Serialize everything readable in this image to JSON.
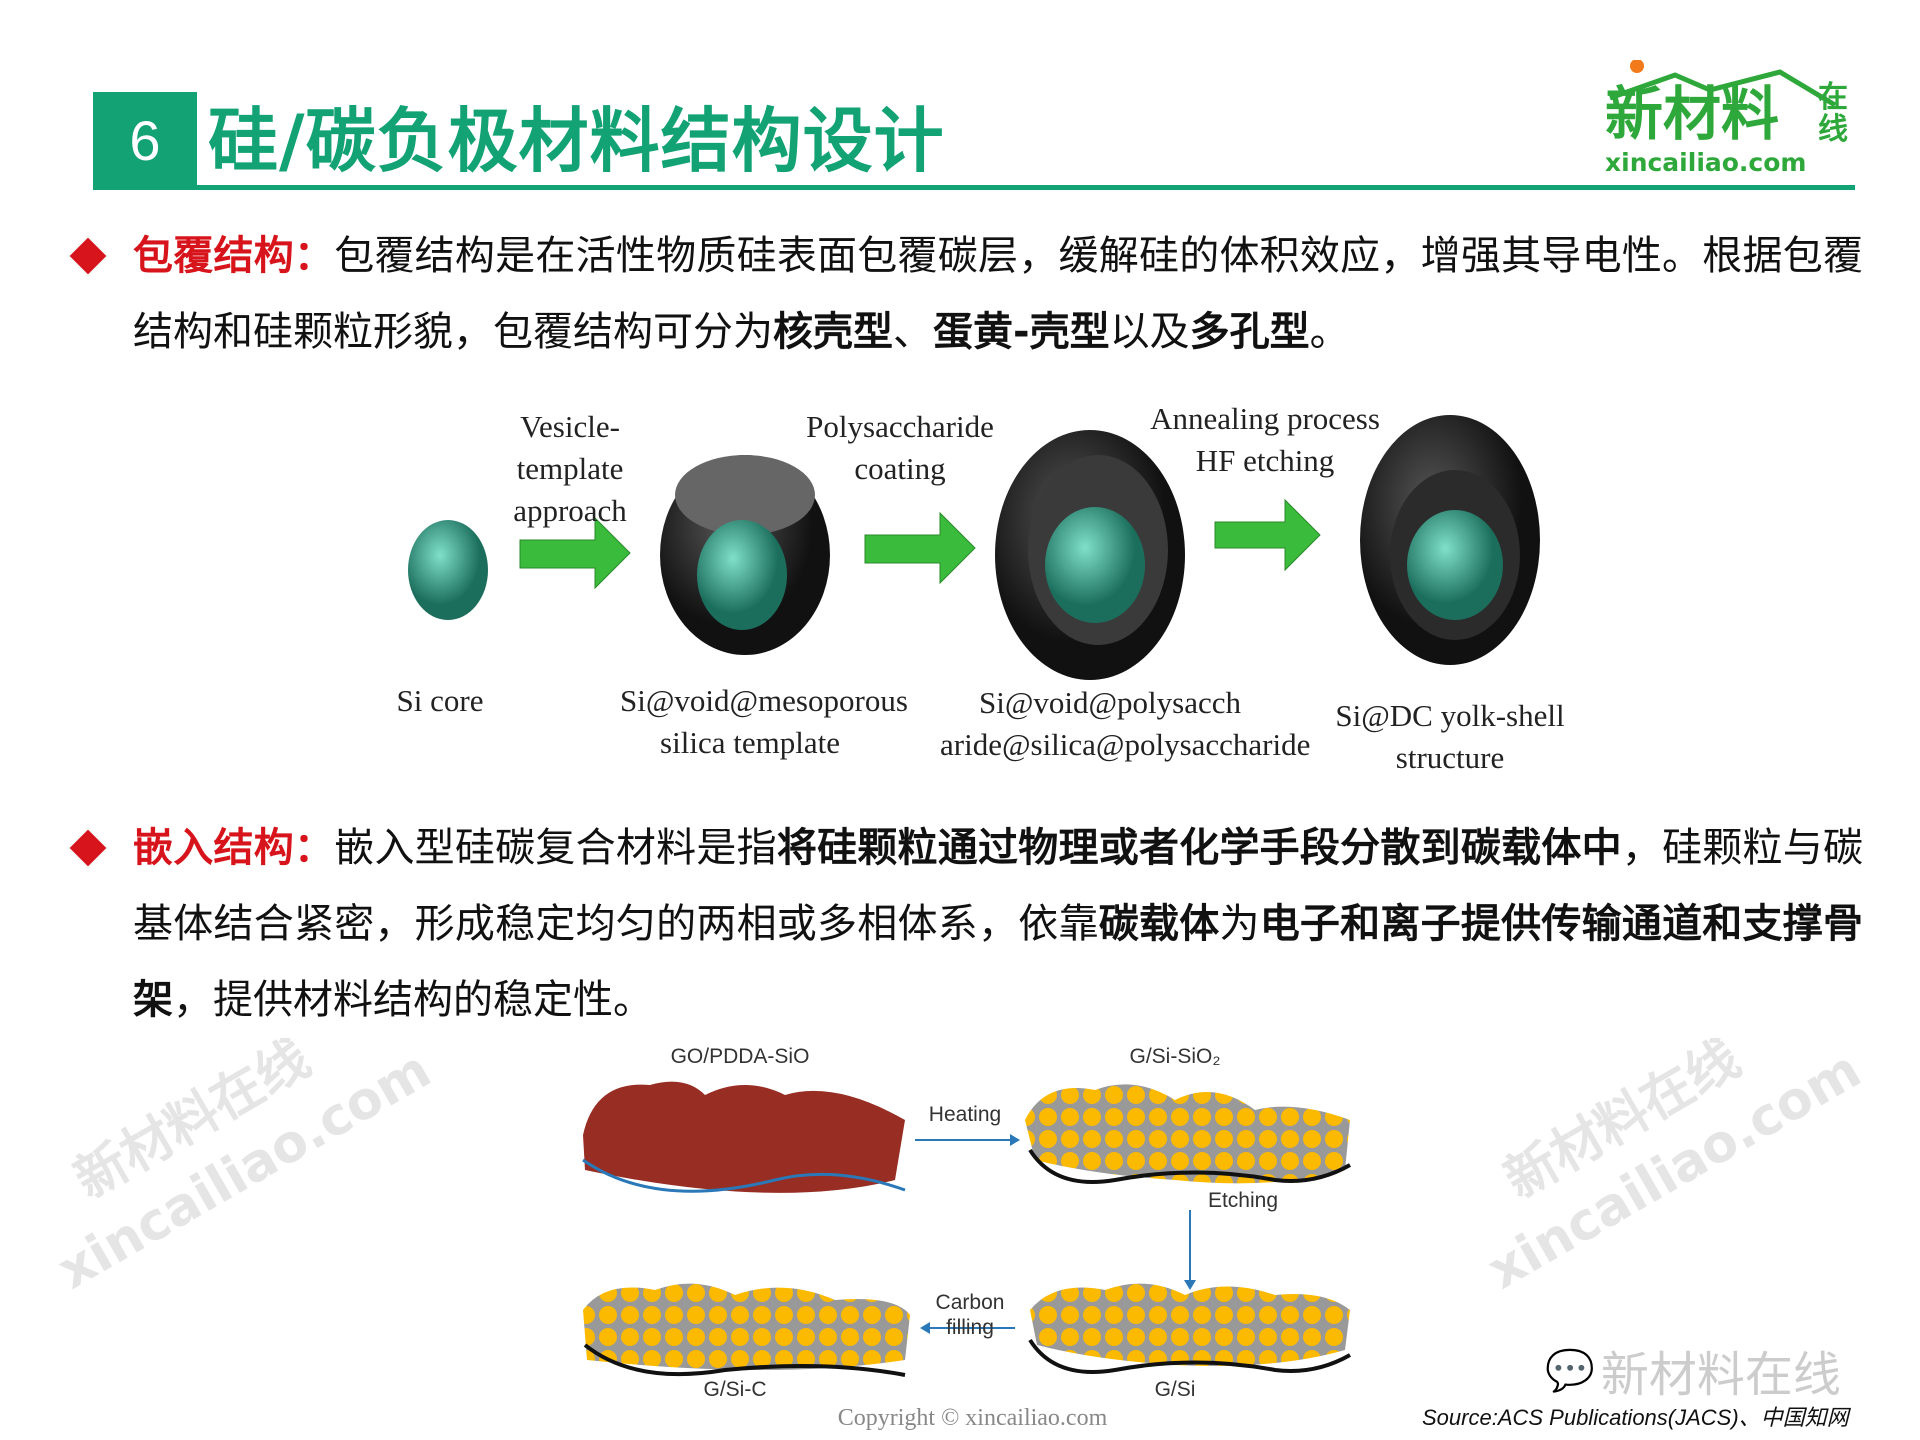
{
  "header": {
    "number": "6",
    "title": "硅/碳负极材料结构设计",
    "logo_cn": "新材料",
    "logo_side": "在线",
    "logo_url": "xincailiao.com"
  },
  "bullet1": {
    "label": "包覆结构：",
    "t1": "包覆结构是在活性物质硅表面包覆碳层，缓解硅的体积效应，增强其导电性。根据包覆结构和硅颗粒形貌，包覆结构可分为",
    "b1": "核壳型",
    "t2": "、",
    "b2": "蛋黄-壳型",
    "t3": "以及",
    "b3": "多孔型",
    "t4": "。"
  },
  "figure1": {
    "arrow1": "Vesicle-template approach",
    "arrow2": "Polysaccharide coating",
    "arrow3a": "Annealing process",
    "arrow3b": "HF etching",
    "s1": "Si core",
    "s2a": "Si@void@mesoporous",
    "s2b": "silica template",
    "s3a": "Si@void@polysacch",
    "s3b": "aride@silica@polysaccharide",
    "s4a": "Si@DC yolk-shell",
    "s4b": "structure"
  },
  "bullet2": {
    "label": "嵌入结构：",
    "t1": "嵌入型硅碳复合材料是指",
    "b1": "将硅颗粒通过物理或者化学手段分散到碳载体中",
    "t2": "，硅颗粒与碳基体结合紧密，形成稳定均匀的两相或多相体系，依靠",
    "b2": "碳载体",
    "t3": "为",
    "b3": "电子和离子提供传输通道和支撑骨架",
    "t4": "，提供材料结构的稳定性。"
  },
  "figure2": {
    "a": "GO/PDDA-SiO",
    "b": "G/Si-SiO₂",
    "heating": "Heating",
    "etching": "Etching",
    "carbon1": "Carbon",
    "carbon2": "filling",
    "c": "G/Si-C",
    "d": "G/Si"
  },
  "watermark": {
    "cn": "新材料在线",
    "en": "xincailiao.com"
  },
  "footer": {
    "copyright": "Copyright © xincailiao.com",
    "source": "Source:ACS Publications(JACS)、中国知网",
    "wechat": "新材料在线"
  },
  "colors": {
    "green": "#12a274",
    "red": "#d7141b"
  }
}
